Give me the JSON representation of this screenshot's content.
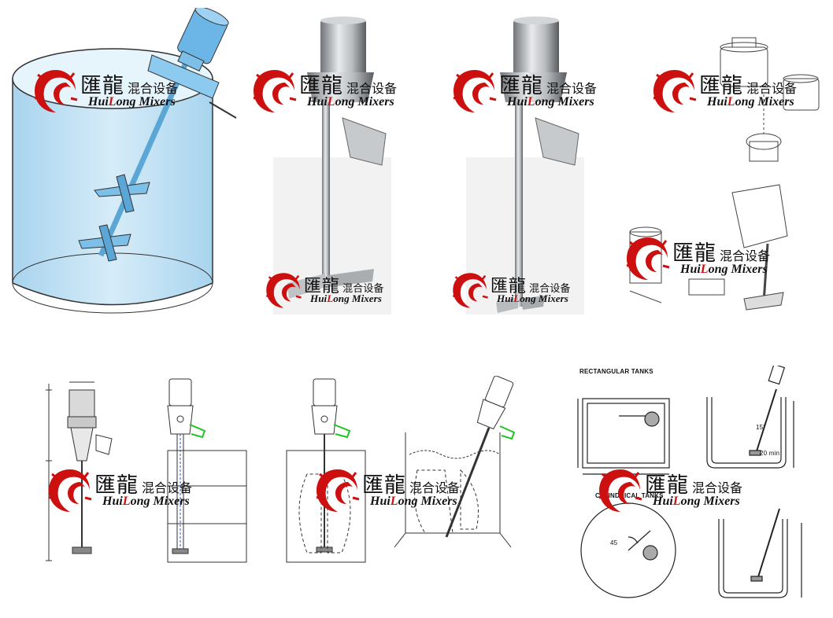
{
  "watermark": {
    "brand_cn": "匯龍",
    "suffix_cn": "混合设备",
    "brand_en_part1": "Hui",
    "brand_en_accent": "L",
    "brand_en_part2": "ong Mixers",
    "logo_icon": "dragon-logo-icon",
    "accent_color": "#cc1010"
  },
  "labels": {
    "rectangular_tanks": "RECTANGULAR TANKS",
    "cylindrical_tanks": "CYLINDRICAL TANKS",
    "angle_45": "45",
    "angle_15": "15°",
    "dim_20min": "20 min"
  },
  "colors": {
    "tank_blue": "#bfe0f2",
    "line_dark": "#2a2a2a",
    "clamp_green": "#22c322",
    "steel": "#a9adb0"
  }
}
